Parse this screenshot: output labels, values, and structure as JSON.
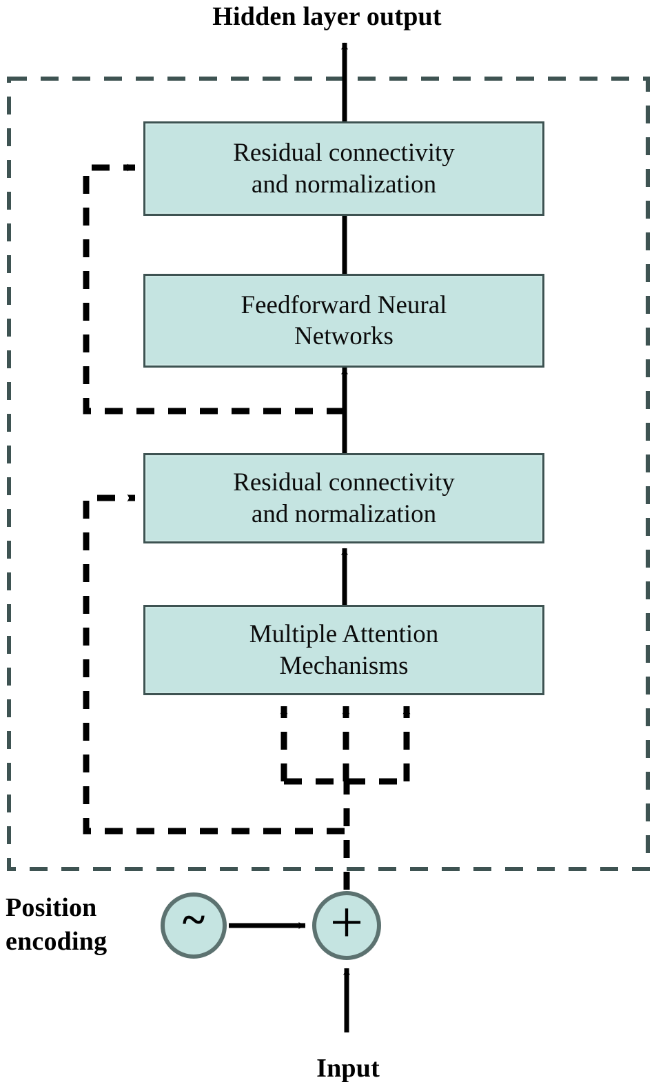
{
  "figure": {
    "title": "Hidden layer output",
    "bottom_label": "Input",
    "side_label": "Position\nencoding",
    "colors": {
      "box_fill": "#c5e4e1",
      "box_border": "#3e5352",
      "container_border": "#3e5352",
      "arrow_solid": "#000000",
      "arrow_dashed": "#000000",
      "background": "#ffffff",
      "text": "#000000"
    }
  },
  "blocks": [
    {
      "id": "residual-top",
      "label": "Residual connectivity\nand normalization"
    },
    {
      "id": "feedforward",
      "label": "Feedforward Neural\nNetworks"
    },
    {
      "id": "residual-bottom",
      "label": "Residual connectivity\nand normalization"
    },
    {
      "id": "attention",
      "label": "Multiple  Attention\nMechanisms"
    }
  ],
  "nodes": [
    {
      "id": "position-encoding",
      "glyph": "~",
      "icon": "tilde-icon"
    },
    {
      "id": "sum",
      "glyph": "+",
      "icon": "plus-icon"
    }
  ],
  "chart_data": {
    "type": "diagram",
    "title": "Transformer encoder block",
    "nodes": [
      {
        "name": "Input",
        "kind": "label"
      },
      {
        "name": "Position encoding",
        "kind": "label"
      },
      {
        "name": "~",
        "kind": "circle"
      },
      {
        "name": "+",
        "kind": "circle"
      },
      {
        "name": "Multiple Attention Mechanisms",
        "kind": "box"
      },
      {
        "name": "Residual connectivity and normalization",
        "kind": "box"
      },
      {
        "name": "Feedforward Neural Networks",
        "kind": "box"
      },
      {
        "name": "Residual connectivity and normalization",
        "kind": "box"
      },
      {
        "name": "Hidden layer output",
        "kind": "label"
      }
    ],
    "edges": [
      {
        "from": "Input",
        "to": "+",
        "style": "solid"
      },
      {
        "from": "~",
        "to": "+",
        "style": "solid"
      },
      {
        "from": "+",
        "to": "Multiple Attention Mechanisms",
        "style": "dashed",
        "note": "splits into three query/key/value arrows"
      },
      {
        "from": "Multiple Attention Mechanisms",
        "to": "Residual connectivity and normalization (lower)",
        "style": "solid"
      },
      {
        "from": "+",
        "to": "Residual connectivity and normalization (lower)",
        "style": "dashed",
        "note": "skip connection around attention"
      },
      {
        "from": "Residual connectivity and normalization (lower)",
        "to": "Feedforward Neural Networks",
        "style": "solid"
      },
      {
        "from": "Residual connectivity and normalization (lower)",
        "to": "Residual connectivity and normalization (upper)",
        "style": "dashed",
        "note": "skip connection around feedforward"
      },
      {
        "from": "Feedforward Neural Networks",
        "to": "Residual connectivity and normalization (upper)",
        "style": "solid"
      },
      {
        "from": "Residual connectivity and normalization (upper)",
        "to": "Hidden layer output",
        "style": "solid"
      }
    ]
  }
}
